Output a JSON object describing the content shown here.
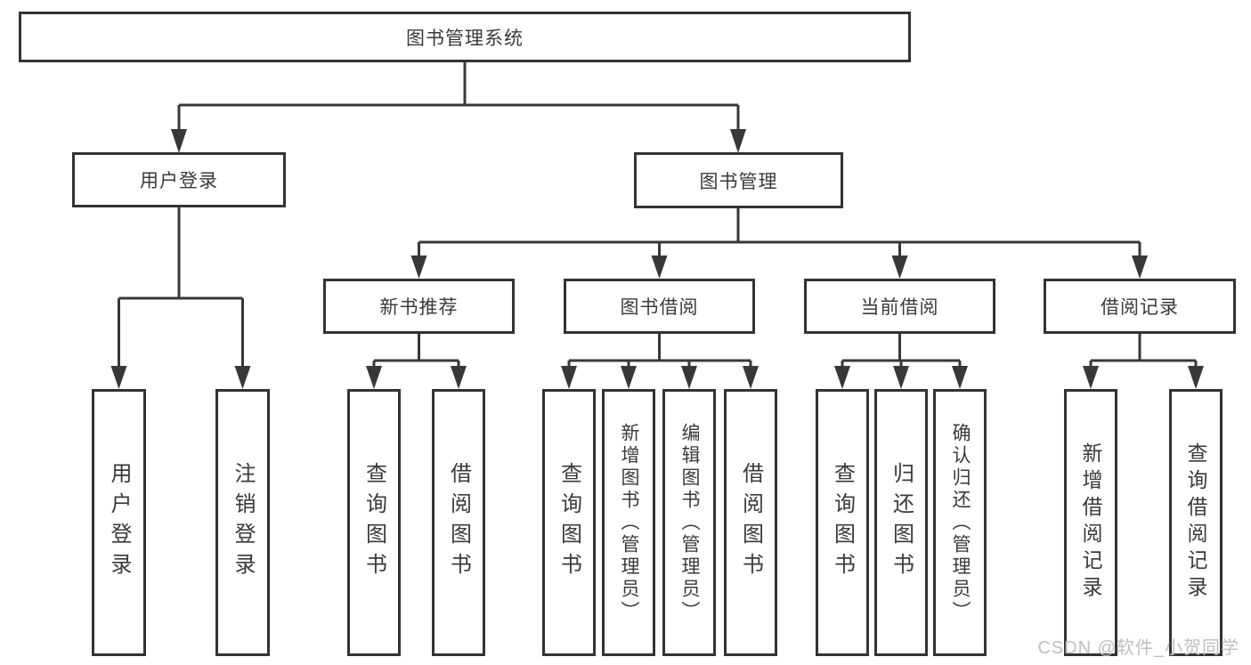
{
  "diagram": {
    "type": "tree",
    "root": {
      "label": "图书管理系统"
    },
    "level2": [
      {
        "label": "用户登录"
      },
      {
        "label": "图书管理"
      }
    ],
    "level3": [
      {
        "label": "新书推荐",
        "parent": "图书管理"
      },
      {
        "label": "图书借阅",
        "parent": "图书管理"
      },
      {
        "label": "当前借阅",
        "parent": "图书管理"
      },
      {
        "label": "借阅记录",
        "parent": "图书管理"
      }
    ],
    "leaves": [
      {
        "label": "用户登录",
        "parent": "用户登录"
      },
      {
        "label": "注销登录",
        "parent": "用户登录"
      },
      {
        "label": "查询图书",
        "parent": "新书推荐"
      },
      {
        "label": "借阅图书",
        "parent": "新书推荐"
      },
      {
        "label": "查询图书",
        "parent": "图书借阅"
      },
      {
        "label": "新增图书（管理员）",
        "parent": "图书借阅"
      },
      {
        "label": "编辑图书（管理员）",
        "parent": "图书借阅"
      },
      {
        "label": "借阅图书",
        "parent": "图书借阅"
      },
      {
        "label": "查询图书",
        "parent": "当前借阅"
      },
      {
        "label": "归还图书",
        "parent": "当前借阅"
      },
      {
        "label": "确认归还（管理员）",
        "parent": "当前借阅"
      },
      {
        "label": "新增借阅记录",
        "parent": "借阅记录"
      },
      {
        "label": "查询借阅记录",
        "parent": "借阅记录"
      }
    ]
  },
  "watermark": {
    "text": "CSDN @软件_小贺同学",
    "color": "#bfbfbf"
  },
  "colors": {
    "line": "#383838",
    "box_border": "#333333",
    "text": "#3a3a3a",
    "background": "#ffffff"
  }
}
